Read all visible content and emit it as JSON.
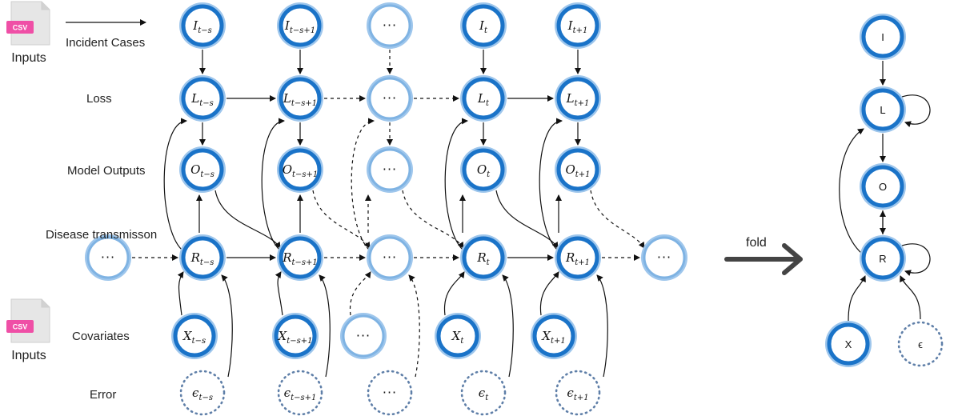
{
  "row_labels": {
    "incident": "Incident Cases",
    "loss": "Loss",
    "outputs": "Model Outputs",
    "transmission": "Disease transmisson",
    "covariates": "Covariates",
    "error": "Error"
  },
  "inputs": {
    "top": {
      "icon_text": "CSV",
      "label": "Inputs"
    },
    "bottom": {
      "icon_text": "CSV",
      "label": "Inputs"
    }
  },
  "fold_label": "fold",
  "columns": [
    {
      "I": [
        "I",
        "t−s"
      ],
      "L": [
        "L",
        "t−s"
      ],
      "O": [
        "O",
        "t−s"
      ],
      "R": [
        "R",
        "t−s"
      ],
      "X": [
        "X",
        "t−s"
      ],
      "E": [
        "ϵ",
        "t−s"
      ]
    },
    {
      "I": [
        "I",
        "t−s+1"
      ],
      "L": [
        "L",
        "t−s+1"
      ],
      "O": [
        "O",
        "t−s+1"
      ],
      "R": [
        "R",
        "t−s+1"
      ],
      "X": [
        "X",
        "t−s+1"
      ],
      "E": [
        "ϵ",
        "t−s+1"
      ]
    },
    {
      "I": [
        "···",
        ""
      ],
      "L": [
        "···",
        ""
      ],
      "O": [
        "···",
        ""
      ],
      "R": [
        "···",
        ""
      ],
      "X": [
        "···",
        ""
      ],
      "E": [
        "···",
        ""
      ]
    },
    {
      "I": [
        "I",
        "t"
      ],
      "L": [
        "L",
        "t"
      ],
      "O": [
        "O",
        "t"
      ],
      "R": [
        "R",
        "t"
      ],
      "X": [
        "X",
        "t"
      ],
      "E": [
        "ϵ",
        "t"
      ]
    },
    {
      "I": [
        "I",
        "t+1"
      ],
      "L": [
        "L",
        "t+1"
      ],
      "O": [
        "O",
        "t+1"
      ],
      "R": [
        "R",
        "t+1"
      ],
      "X": [
        "X",
        "t+1"
      ],
      "E": [
        "ϵ",
        "t+1"
      ]
    }
  ],
  "side_nodes": {
    "left": "···",
    "right": "···"
  },
  "folded": {
    "I": "I",
    "L": "L",
    "O": "O",
    "R": "R",
    "X": "X",
    "E": "ϵ"
  },
  "colors": {
    "ring_dark": "#1a73c8",
    "ring_light": "#9ec6ec",
    "ring_faded": "#7fb3e3",
    "error_dots": "#5f7fa8",
    "csv_pink": "#ef4fa6",
    "file_gray": "#e6e6e6"
  }
}
